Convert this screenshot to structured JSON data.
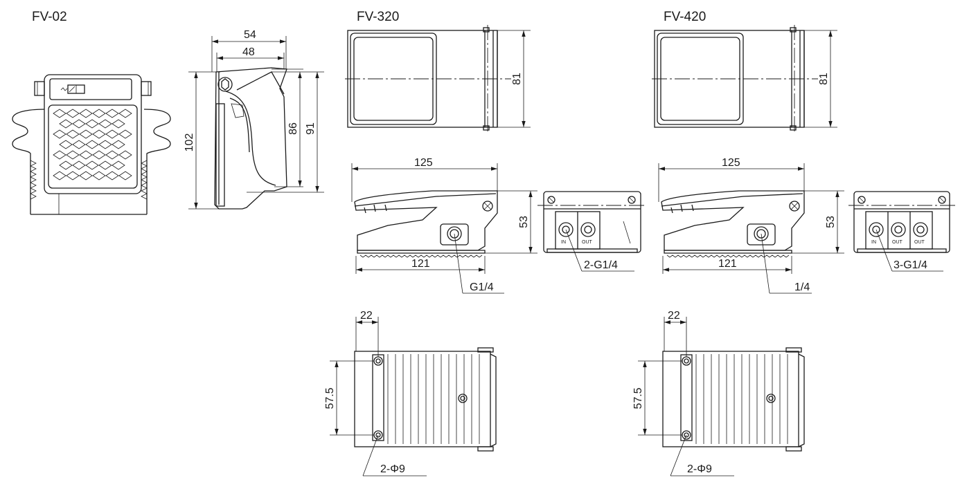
{
  "titles": {
    "fv02": "FV-02",
    "fv320": "FV-320",
    "fv420": "FV-420"
  },
  "fv02": {
    "dims": {
      "d54": "54",
      "d48": "48",
      "d102": "102",
      "d86": "86",
      "d91": "91"
    }
  },
  "fv320": {
    "top": {
      "d81": "81"
    },
    "side": {
      "d125": "125",
      "d53": "53",
      "d121": "121",
      "port": "G1/4"
    },
    "end": {
      "ports": "2-G1/4",
      "in": "IN",
      "out": "OUT"
    },
    "bottom": {
      "d22": "22",
      "d57_5": "57.5",
      "holes": "2-Φ9"
    }
  },
  "fv420": {
    "top": {
      "d81": "81"
    },
    "side": {
      "d125": "125",
      "d53": "53",
      "d121": "121",
      "port": "1/4"
    },
    "end": {
      "ports": "3-G1/4",
      "in": "IN",
      "out1": "OUT",
      "out2": "OUT"
    },
    "bottom": {
      "d22": "22",
      "d57_5": "57.5",
      "holes": "2-Φ9"
    }
  }
}
